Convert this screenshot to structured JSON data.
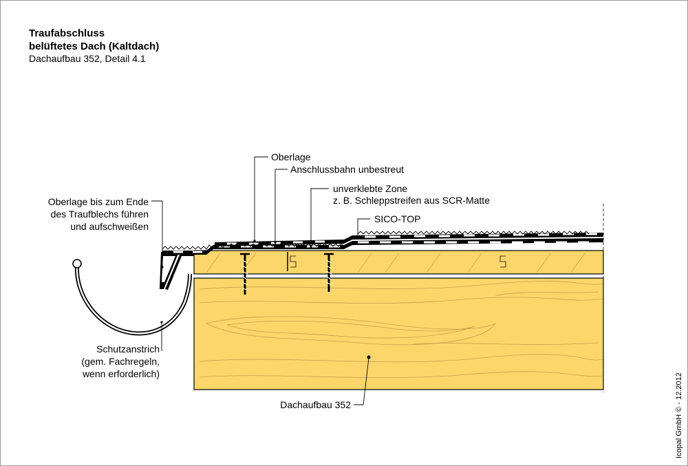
{
  "header": {
    "title_line1": "Traufabschluss",
    "title_line2": "belüftetes Dach (Kaltdach)",
    "subtitle": "Dachaufbau 352, Detail 4.1"
  },
  "labels": {
    "oberlage": "Oberlage",
    "anschlussbahn": "Anschlussbahn unbestreut",
    "unverklebte_line1": "unverklebte Zone",
    "unverklebte_line2": "z. B. Schleppstreifen aus SCR-Matte",
    "sico_top": "SICO-TOP",
    "oberlage_ende_line1": "Oberlage bis zum Ende",
    "oberlage_ende_line2": "des Traufblechs führen",
    "oberlage_ende_line3": "und aufschweißen",
    "schutz_line1": "Schutzanstrich",
    "schutz_line2": "(gem. Fachregeln,",
    "schutz_line3": "wenn erforderlich)",
    "dachaufbau": "Dachaufbau 352"
  },
  "footer": {
    "copyright": "Icopal GmbH © - 12.2012"
  },
  "colors": {
    "wood": "#fcd66a",
    "grain": "#c9a24a",
    "membrane": "#000000",
    "background": "#ffffff"
  }
}
